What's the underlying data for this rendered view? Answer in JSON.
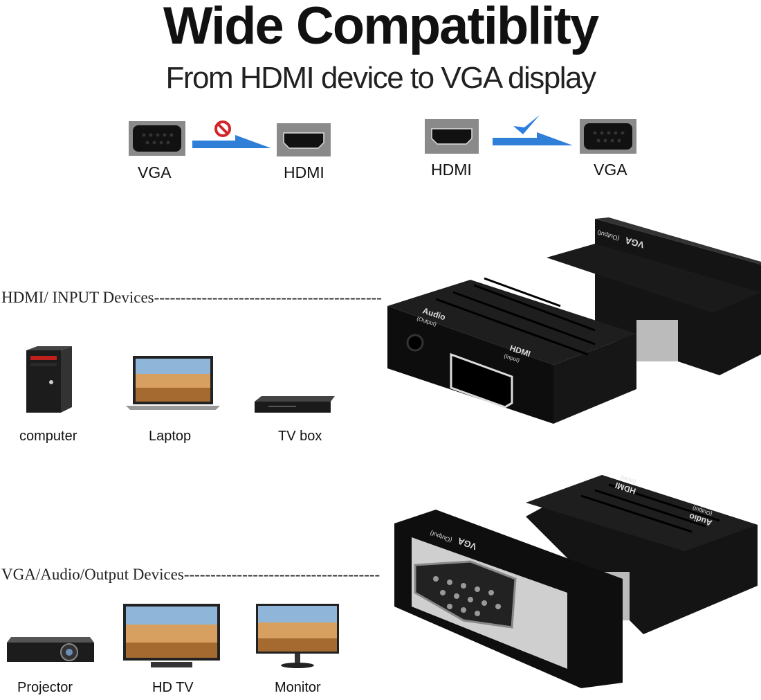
{
  "header": {
    "title": "Wide Compatiblity",
    "subtitle": "From HDMI device to VGA display"
  },
  "compatibility": {
    "unsupported": {
      "from": "VGA",
      "to": "HDMI",
      "status_icon": "prohibited-icon",
      "status_color": "#d0262a"
    },
    "supported": {
      "from": "HDMI",
      "to": "VGA",
      "status_icon": "checkmark-icon",
      "status_color": "#2a7de1"
    },
    "arrow_color": "#2f7fd8"
  },
  "input_section": {
    "label": "HDMI/ INPUT Devices",
    "devices": [
      {
        "label": "computer",
        "icon": "computer-tower-icon"
      },
      {
        "label": "Laptop",
        "icon": "laptop-icon"
      },
      {
        "label": "TV box",
        "icon": "tv-box-icon"
      }
    ]
  },
  "output_section": {
    "label": "VGA/Audio/Output Devices",
    "devices": [
      {
        "label": "Projector",
        "icon": "projector-icon"
      },
      {
        "label": "HD TV",
        "icon": "hd-tv-icon"
      },
      {
        "label": "Monitor",
        "icon": "monitor-icon"
      }
    ]
  },
  "adapter": {
    "vga_label": "VGA",
    "vga_sub": "(Output)",
    "audio_label": "Audio",
    "audio_sub": "(Output)",
    "hdmi_label": "HDMI",
    "hdmi_sub": "(Input)"
  }
}
